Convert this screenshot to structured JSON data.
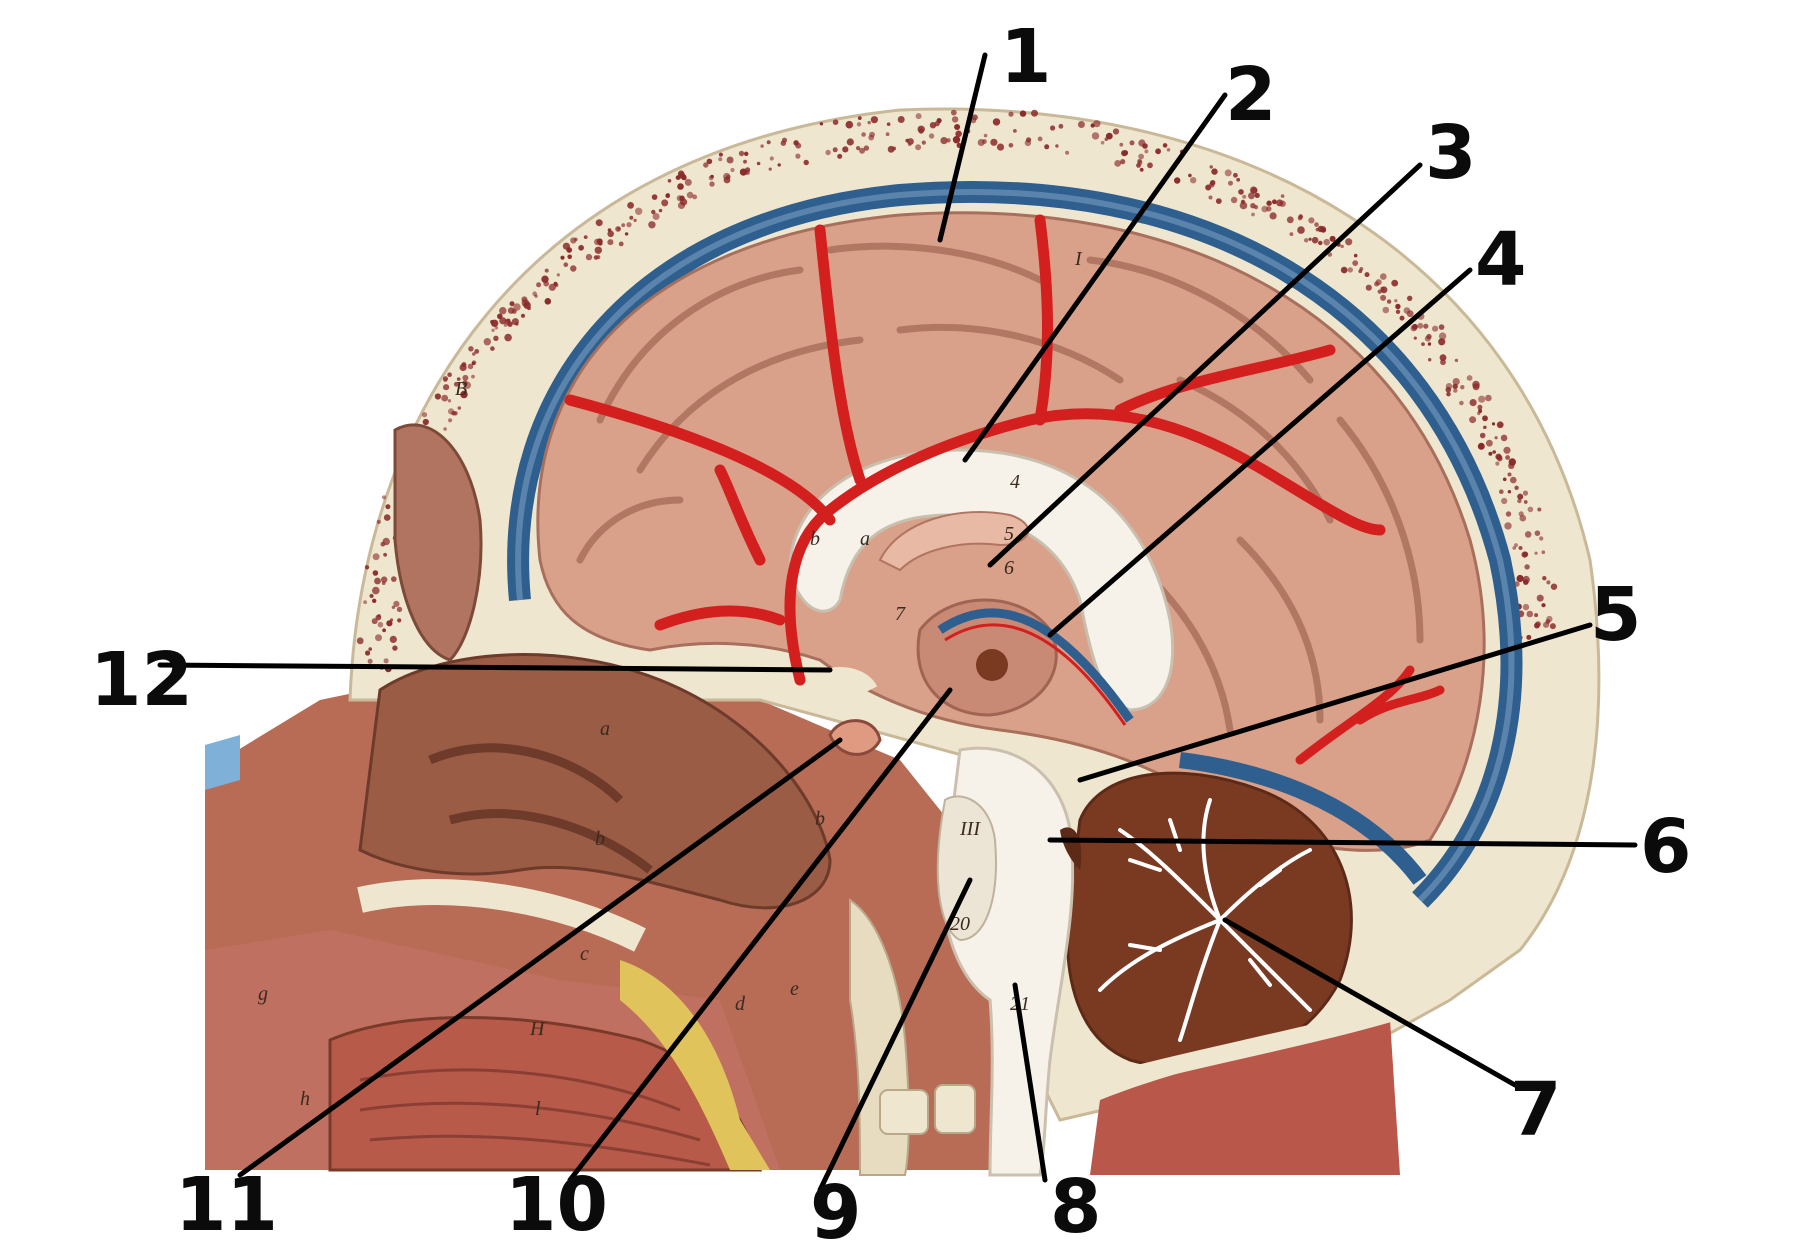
{
  "labels": [
    {
      "id": "1",
      "text": "1"
    },
    {
      "id": "2",
      "text": "2"
    },
    {
      "id": "3",
      "text": "3"
    },
    {
      "id": "4",
      "text": "4"
    },
    {
      "id": "5",
      "text": "5"
    },
    {
      "id": "6",
      "text": "6"
    },
    {
      "id": "7",
      "text": "7"
    },
    {
      "id": "8",
      "text": "8"
    },
    {
      "id": "9",
      "text": "9"
    },
    {
      "id": "10",
      "text": "10"
    },
    {
      "id": "11",
      "text": "11"
    },
    {
      "id": "12",
      "text": "12"
    }
  ],
  "model_letters": {
    "roman_I": "I",
    "a": "a",
    "b": "b",
    "four": "4",
    "five": "5",
    "six": "6",
    "seven": "7",
    "capital_B": "B",
    "a2": "a",
    "b2": "b",
    "c": "c",
    "d": "d",
    "e": "e",
    "h": "h",
    "capital_H": "H",
    "l": "l",
    "g": "g",
    "roman_III": "III",
    "twenty": "20",
    "twentyone": "21"
  },
  "colors": {
    "brain_pink": "#d9a08a",
    "brain_shadow": "#b97a66",
    "artery_red": "#d41f1f",
    "dura_blue": "#2f5f8f",
    "bone_cream": "#efe6cf",
    "marrow_dot": "#8a2a2a",
    "cerebellum_brown": "#7a3a22",
    "white_matter": "#f6f2ea",
    "nasal_brown": "#9a5c44",
    "muscle_red": "#b9574a"
  }
}
